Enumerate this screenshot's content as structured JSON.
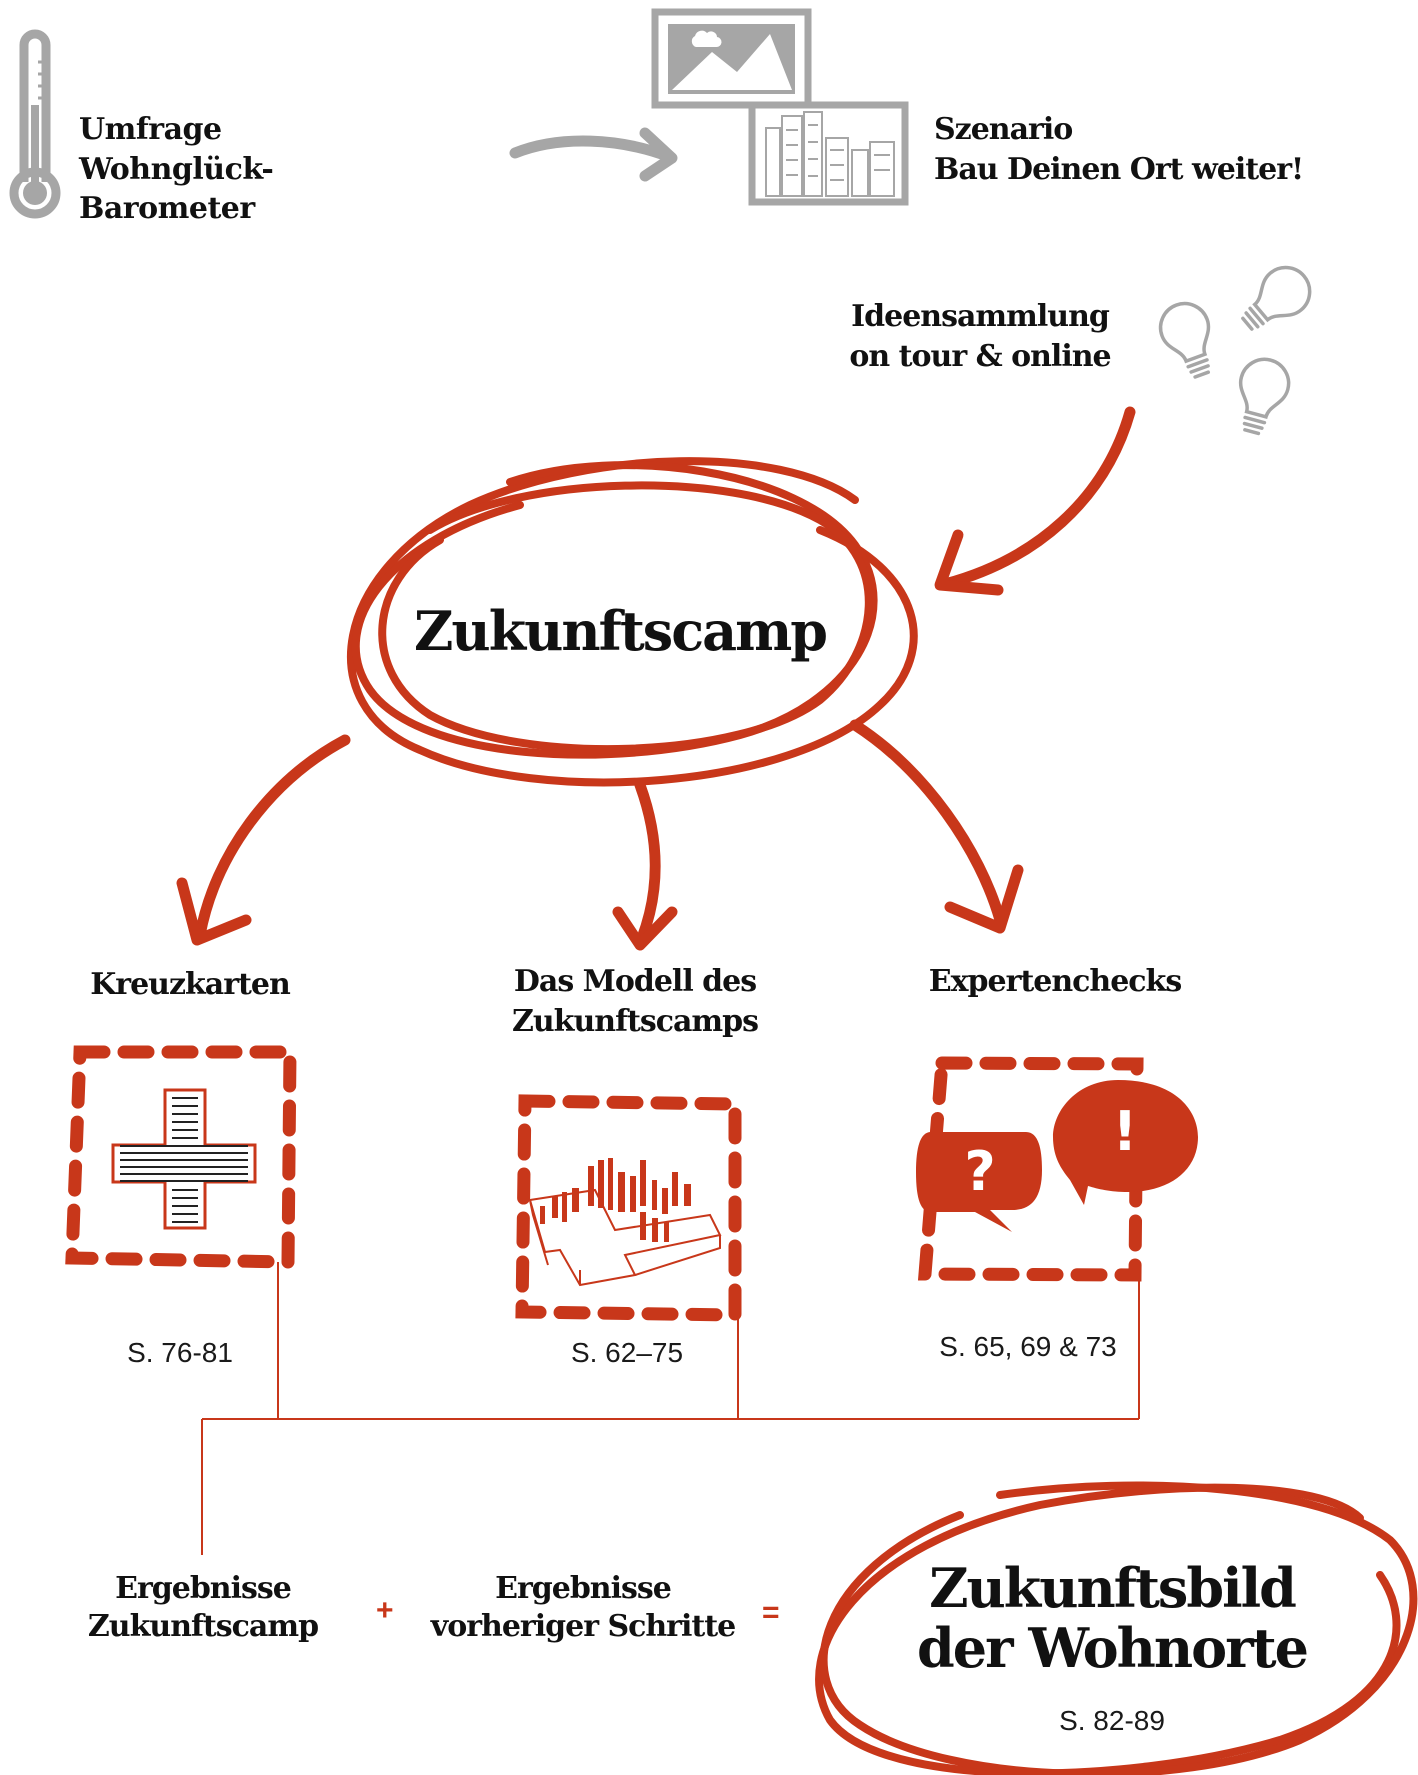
{
  "colors": {
    "accent": "#c8371a",
    "gray": "#a6a6a6",
    "text": "#111111"
  },
  "top": {
    "survey": {
      "line1": "Umfrage",
      "line2": "Wohnglück-",
      "line3": "Barometer",
      "icon": "thermometer-icon"
    },
    "scenario": {
      "line1": "Szenario",
      "line2": "Bau Deinen Ort weiter!",
      "icon": "scenario-images-icon"
    },
    "ideas": {
      "line1": "Ideensammlung",
      "line2": "on tour & online",
      "icon": "lightbulb-icon"
    }
  },
  "center": {
    "title": "Zukunftscamp"
  },
  "methods": [
    {
      "title_line1": "Kreuzkarten",
      "title_line2": "",
      "pages": "S. 76-81",
      "icon": "cross-card-icon"
    },
    {
      "title_line1": "Das Modell des",
      "title_line2": "Zukunftscamps",
      "pages": "S. 62–75",
      "icon": "city-model-icon"
    },
    {
      "title_line1": "Expertenchecks",
      "title_line2": "",
      "pages": "S. 65, 69 & 73",
      "icon": "speech-bubbles-icon"
    }
  ],
  "equation": {
    "term1_line1": "Ergebnisse",
    "term1_line2": "Zukunftscamp",
    "plus": "+",
    "term2_line1": "Ergebnisse",
    "term2_line2": "vorheriger Schritte",
    "equals": "=",
    "result_line1": "Zukunftsbild",
    "result_line2": "der Wohnorte",
    "result_pages": "S. 82-89"
  }
}
